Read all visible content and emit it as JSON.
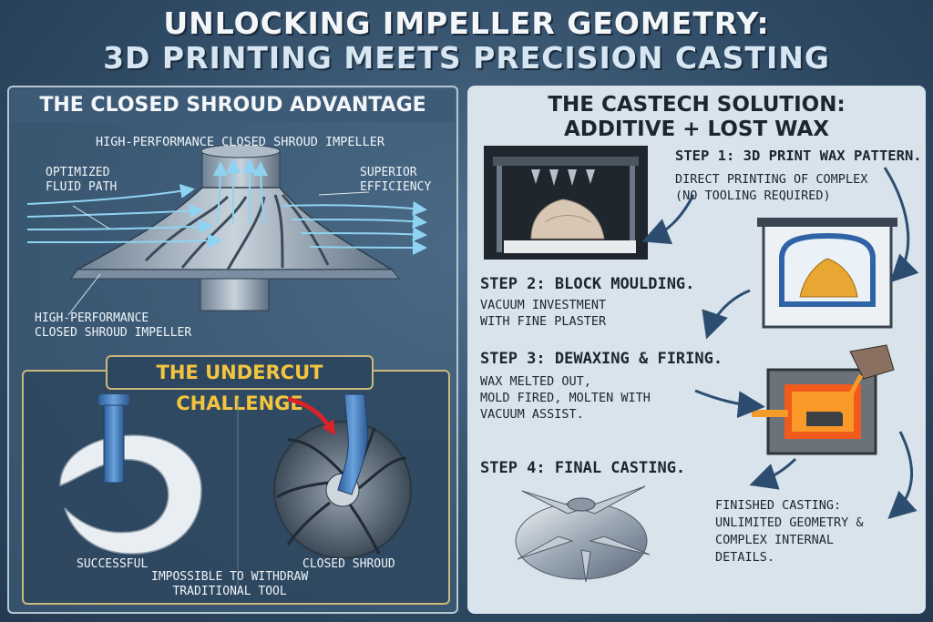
{
  "title": {
    "line1": "UNLOCKING IMPELLER GEOMETRY:",
    "line2": "3D PRINTING MEETS PRECISION CASTING"
  },
  "left": {
    "heading": "THE CLOSED SHROUD ADVANTAGE",
    "impeller_caption_top": "HIGH-PERFORMANCE CLOSED SHROUD IMPELLER",
    "label_fluid_path": "OPTIMIZED\nFLUID PATH",
    "label_efficiency": "SUPERIOR\nEFFICIENCY",
    "impeller_caption_bottom": "HIGH-PERFORMANCE\nCLOSED SHROUD IMPELLER",
    "undercut": {
      "title": "THE UNDERCUT CHALLENGE",
      "successful": "SUCCESSFUL",
      "closed_shroud": "CLOSED SHROUD",
      "impossible": "IMPOSSIBLE TO WITHDRAW\nTRADITIONAL TOOL"
    }
  },
  "right": {
    "heading": "THE CASTECH SOLUTION:\nADDITIVE + LOST WAX",
    "step1_title": "STEP 1: 3D PRINT WAX PATTERN.",
    "step1_desc": "DIRECT PRINTING OF COMPLEX\n(NO TOOLING REQUIRED)",
    "step2_title": "STEP 2: BLOCK MOULDING.",
    "step2_desc": "VACUUM INVESTMENT\nWITH FINE PLASTER",
    "step3_title": "STEP 3: DEWAXING & FIRING.",
    "step3_desc": "WAX MELTED OUT,\nMOLD FIRED, MOLTEN WITH\nVACUUM ASSIST.",
    "step4_title": "STEP 4: FINAL CASTING.",
    "finished_desc": "FINISHED CASTING:\nUNLIMITED GEOMETRY &\nCOMPLEX INTERNAL\nDETAILS."
  },
  "colors": {
    "accent_gold": "#f3c53e",
    "flow_blue": "#8fd3f2",
    "tool_blue": "#3a78c2",
    "arrow_red": "#d8232a",
    "arrow_navy": "#2c4d70",
    "fire_orange": "#f05a1c"
  }
}
